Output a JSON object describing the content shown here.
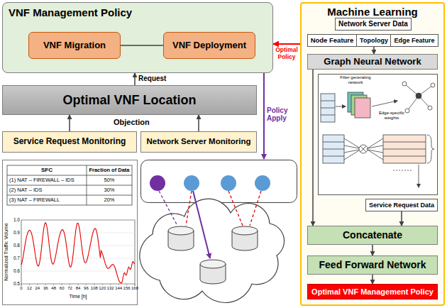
{
  "diagram": {
    "nodes": [
      {
        "text": [
          "VNF Management Policy"
        ]
      },
      {
        "text": [
          "VNF Migration"
        ],
        "in": 0
      },
      {
        "text": [
          "VNF Deployment"
        ],
        "in": 0
      },
      {
        "text": [
          "Machine Learning"
        ]
      },
      {
        "text": [
          "Network Server Data"
        ],
        "in": 3
      },
      {
        "text": [
          "Node Feature"
        ],
        "in": 3
      },
      {
        "text": [
          "Topology"
        ],
        "in": 3
      },
      {
        "text": [
          "Edge Feature"
        ],
        "in": 3
      },
      {
        "text": [
          "Graph Neural Network"
        ],
        "in": 3
      },
      {
        "text": [
          "Service Request Data"
        ],
        "in": 3
      },
      {
        "text": [
          "Concatenate"
        ],
        "in": 3
      },
      {
        "text": [
          "Feed Forward Network"
        ],
        "in": 3
      },
      {
        "text": [
          "Optimal VNF Management Policy"
        ],
        "in": 3
      },
      {
        "text": [
          "Optimal VNF Location"
        ]
      },
      {
        "text": [
          "Service Request Monitoring"
        ]
      },
      {
        "text": [
          "Network Server Monitoring"
        ]
      }
    ],
    "edges": [
      {
        "from": 1,
        "to": 2,
        "arrow": "none"
      },
      {
        "from": 13,
        "to": 0,
        "label": "Request",
        "arrow": "to"
      },
      {
        "from": 14,
        "to": 13,
        "arrow": "to"
      },
      {
        "from": 15,
        "to": 13,
        "arrow": "to"
      },
      {
        "from": 3,
        "to": 0,
        "label": "Optimal Policy",
        "arrow": "to"
      },
      {
        "from": 6,
        "to": 8,
        "arrow": "to"
      },
      {
        "from": 8,
        "to": 10,
        "arrow": "to"
      },
      {
        "from": 9,
        "to": 10,
        "arrow": "to"
      },
      {
        "from": 10,
        "to": 11,
        "arrow": "to"
      },
      {
        "from": 11,
        "to": 12,
        "arrow": "to"
      }
    ],
    "labels": [
      "Objection",
      "Policy Apply",
      "SFC",
      "Fraction of Data",
      "(1) NAT – FIREWALL – IDS",
      "50%",
      "(2) NAT – IDS",
      "30%",
      "(3) NAT – FIREWALL",
      "20%",
      "Normalized Traffic Volume",
      "Time [h]",
      "0",
      "12",
      "24",
      "36",
      "48",
      "60",
      "72",
      "84",
      "96",
      "108",
      "120",
      "132",
      "144",
      "156",
      "168",
      "0.5",
      "0.6",
      "0.7",
      "0.8",
      "0.9",
      "1.0",
      "Filter generating network",
      "Edge-specific weights"
    ]
  }
}
